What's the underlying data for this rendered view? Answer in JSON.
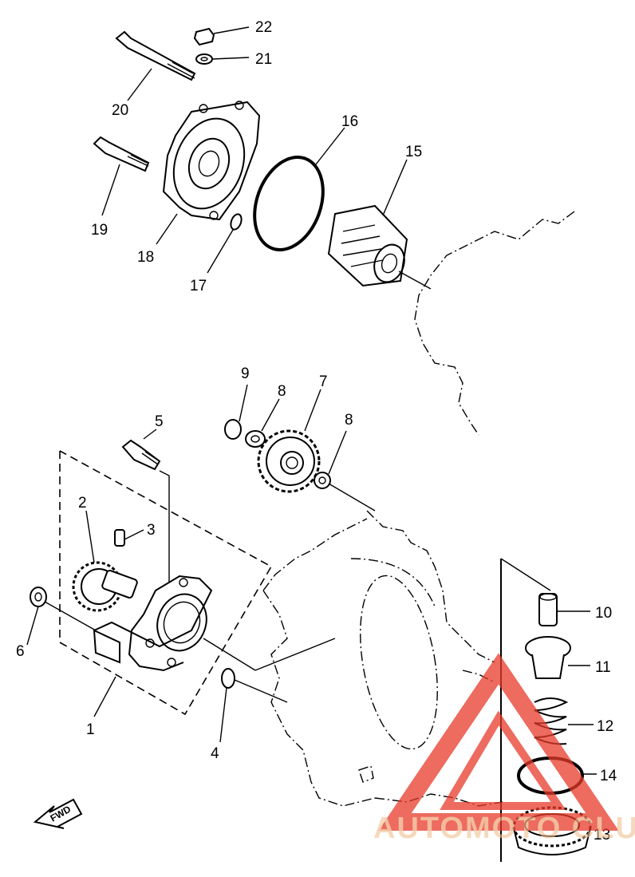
{
  "callouts": {
    "p1": "1",
    "p2": "2",
    "p3": "3",
    "p4": "4",
    "p5": "5",
    "p6": "6",
    "p7": "7",
    "p8a": "8",
    "p8b": "8",
    "p9": "9",
    "p10": "10",
    "p11": "11",
    "p12": "12",
    "p13": "13",
    "p14": "14",
    "p15": "15",
    "p16": "16",
    "p17": "17",
    "p18": "18",
    "p19": "19",
    "p20": "20",
    "p21": "21",
    "p22": "22"
  },
  "direction_label": "FWD",
  "watermark": {
    "text": "AUTOMOTO CLUB",
    "color": "#e83a2a"
  }
}
